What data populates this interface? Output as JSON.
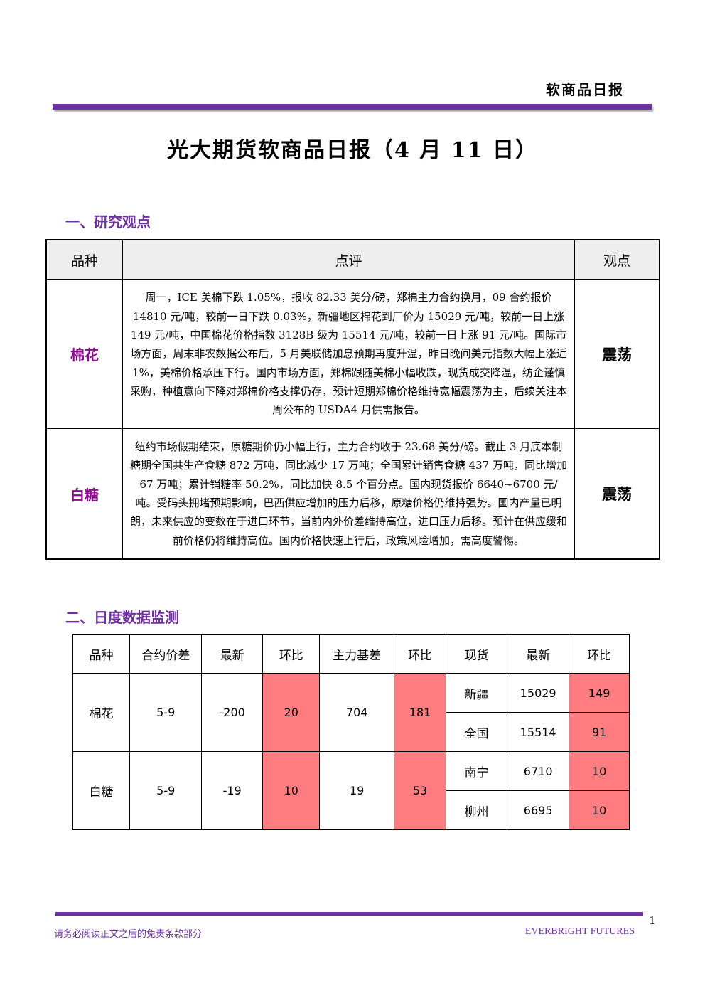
{
  "header": {
    "title": "软商品日报"
  },
  "document": {
    "title": "光大期货软商品日报（4 月 11 日）"
  },
  "section1": {
    "heading": "一、研究观点",
    "columns": [
      "品种",
      "点评",
      "观点"
    ],
    "rows": [
      {
        "variety": "棉花",
        "comment": "周一，ICE 美棉下跌 1.05%，报收 82.33 美分/磅，郑棉主力合约换月，09 合约报价 14810 元/吨，较前一日下跌 0.03%，新疆地区棉花到厂价为 15029 元/吨，较前一日上涨 149 元/吨，中国棉花价格指数 3128B 级为 15514 元/吨，较前一日上涨 91 元/吨。国际市场方面，周末非农数据公布后，5 月美联储加息预期再度升温，昨日晚间美元指数大幅上涨近 1%，美棉价格承压下行。国内市场方面，郑棉跟随美棉小幅收跌，现货成交降温，纺企谨慎采购，种植意向下降对郑棉价格支撑仍存，预计短期郑棉价格维持宽幅震荡为主，后续关注本周公布的 USDA4 月供需报告。",
        "opinion": "震荡"
      },
      {
        "variety": "白糖",
        "comment": "纽约市场假期结束，原糖期价仍小幅上行，主力合约收于 23.68 美分/磅。截止 3 月底本制糖期全国共生产食糖 872 万吨，同比减少 17 万吨；全国累计销售食糖 437 万吨，同比增加 67 万吨；累计销糖率 50.2%，同比加快 8.5 个百分点。国内现货报价 6640~6700 元/吨。受码头拥堵预期影响，巴西供应增加的压力后移，原糖价格仍维持强势。国内产量已明朗，未来供应的变数在于进口环节，当前内外价差维持高位，进口压力后移。预计在供应缓和前价格仍将维持高位。国内价格快速上行后，政策风险增加，需高度警惕。",
        "opinion": "震荡"
      }
    ]
  },
  "section2": {
    "heading": "二、日度数据监测",
    "columns": [
      "品种",
      "合约价差",
      "最新",
      "环比",
      "主力基差",
      "环比",
      "现货",
      "最新",
      "环比"
    ],
    "groups": [
      {
        "variety": "棉花",
        "spread": "5-9",
        "latest": "-200",
        "change": "20",
        "basis": "704",
        "basis_change": "181",
        "spots": [
          {
            "name": "新疆",
            "latest": "15029",
            "change": "149"
          },
          {
            "name": "全国",
            "latest": "15514",
            "change": "91"
          }
        ]
      },
      {
        "variety": "白糖",
        "spread": "5-9",
        "latest": "-19",
        "change": "10",
        "basis": "19",
        "basis_change": "53",
        "spots": [
          {
            "name": "南宁",
            "latest": "6710",
            "change": "10"
          },
          {
            "name": "柳州",
            "latest": "6695",
            "change": "10"
          }
        ]
      }
    ],
    "highlight_color": "#ff7c80"
  },
  "footer": {
    "disclaimer": "请务必阅读正文之后的免责条款部分",
    "company": "EVERBRIGHT FUTURES",
    "page": "1"
  },
  "colors": {
    "accent": "#7030a0",
    "variety_text": "#8b0a8b"
  }
}
